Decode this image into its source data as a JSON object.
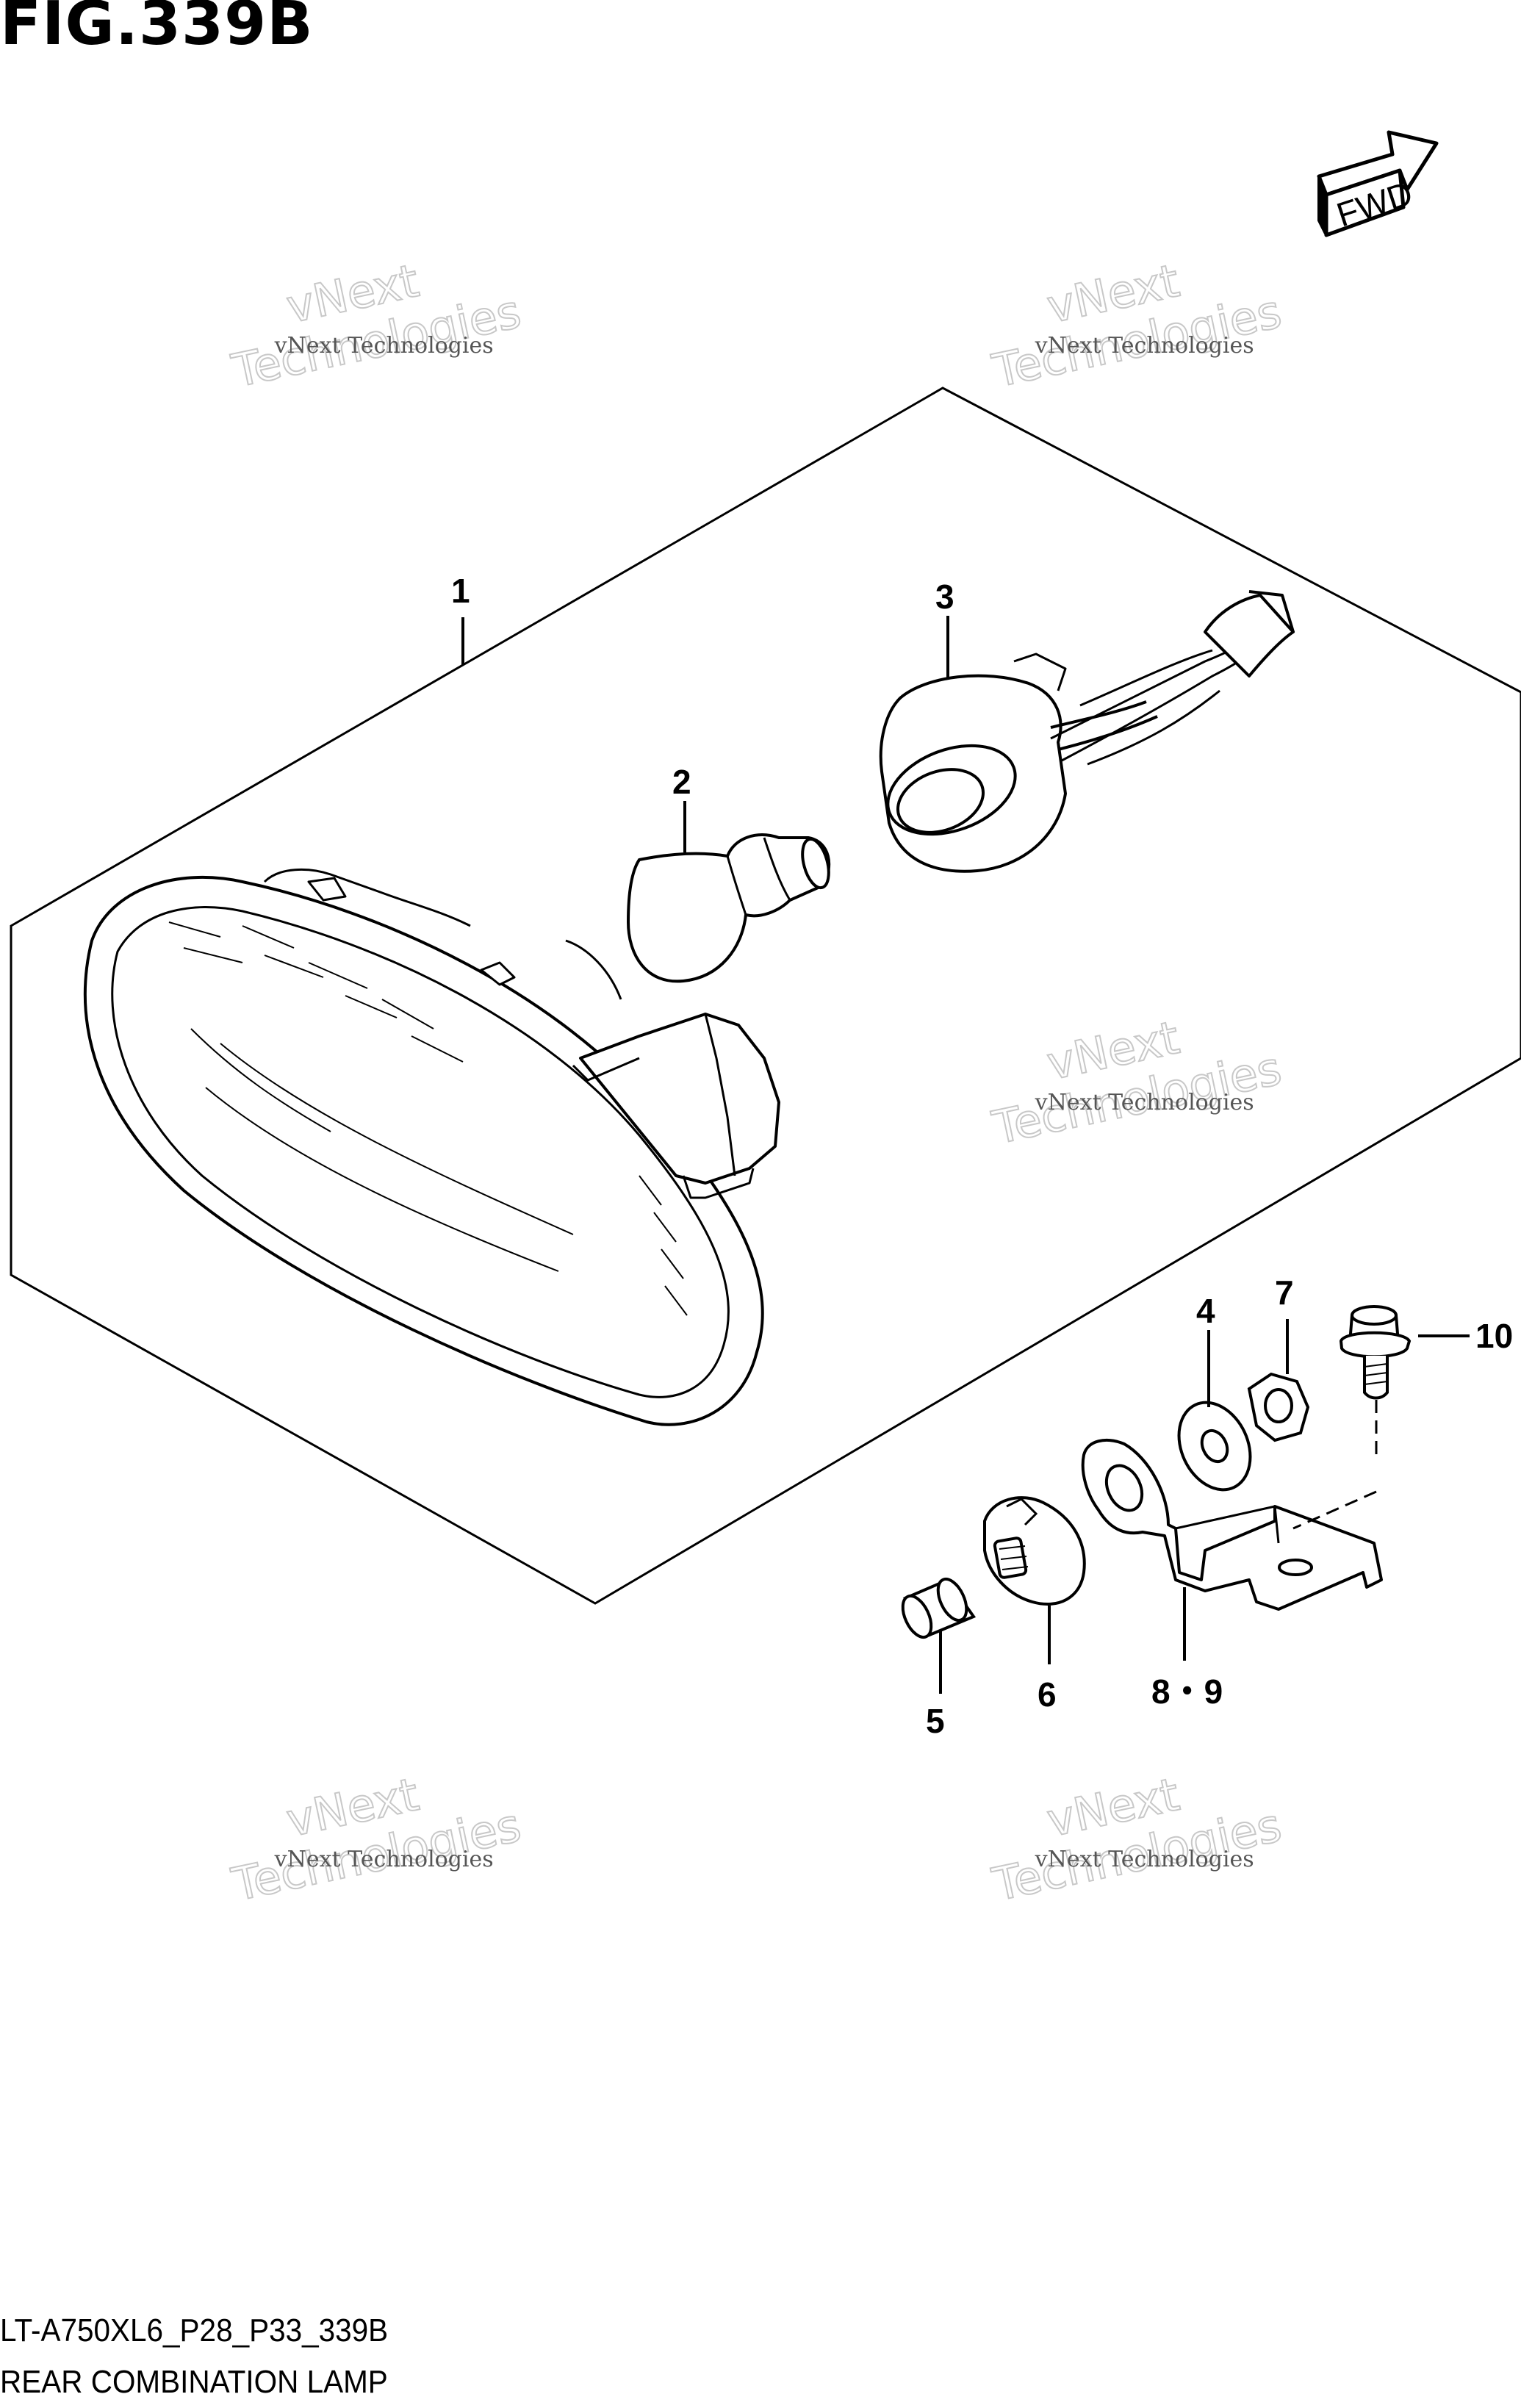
{
  "figure": {
    "title": "FIG.339B",
    "model_code": "LT-A750XL6_P28_P33_339B",
    "name": "REAR COMBINATION LAMP"
  },
  "direction_label": "FWD",
  "callouts": [
    {
      "id": "c1",
      "label": "1"
    },
    {
      "id": "c2",
      "label": "2"
    },
    {
      "id": "c3",
      "label": "3"
    },
    {
      "id": "c4",
      "label": "4"
    },
    {
      "id": "c5",
      "label": "5"
    },
    {
      "id": "c6",
      "label": "6"
    },
    {
      "id": "c7",
      "label": "7"
    },
    {
      "id": "c89",
      "label": "8・9"
    },
    {
      "id": "c10",
      "label": "10"
    }
  ],
  "watermark": {
    "line_small": "vNext Technologies",
    "line_big_1": "vNext",
    "line_big_2": "Technologies"
  }
}
